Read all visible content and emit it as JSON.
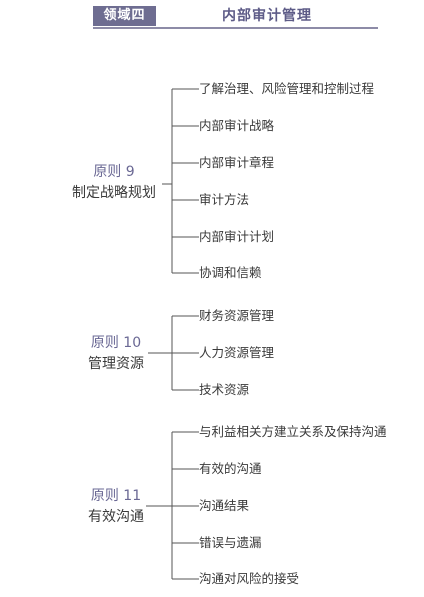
{
  "header": {
    "badge": "领域四",
    "title": "内部审计管理"
  },
  "groups": [
    {
      "number": "原则 9",
      "title": "制定战略规划",
      "items": [
        "了解治理、风险管理和控制过程",
        "内部审计战略",
        "内部审计章程",
        "审计方法",
        "内部审计计划",
        "协调和信赖"
      ]
    },
    {
      "number": "原则 10",
      "title": "管理资源",
      "items": [
        "财务资源管理",
        "人力资源管理",
        "技术资源"
      ]
    },
    {
      "number": "原则 11",
      "title": "有效沟通",
      "items": [
        "与利益相关方建立关系及保持沟通",
        "有效的沟通",
        "沟通结果",
        "错误与遗漏",
        "沟通对风险的接受"
      ]
    }
  ]
}
